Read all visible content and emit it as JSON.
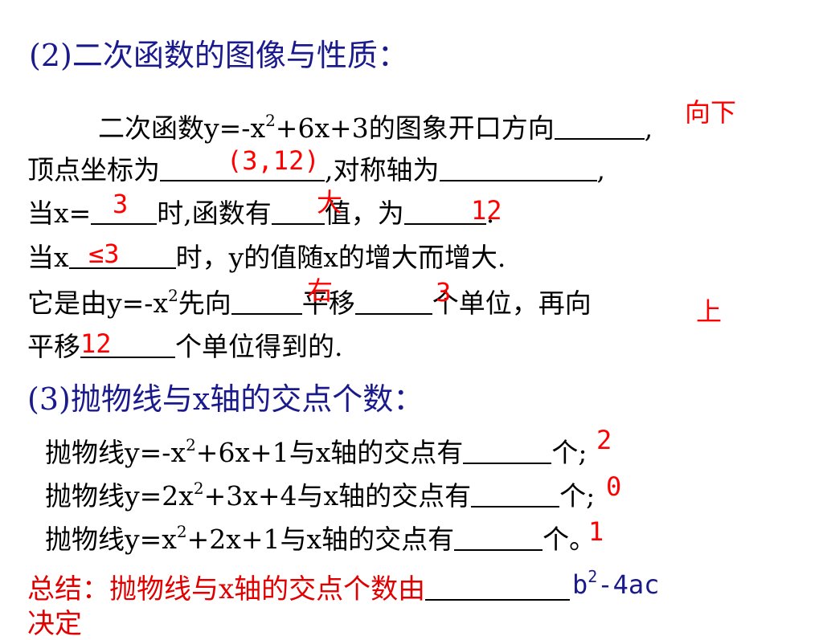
{
  "section2": {
    "heading": "(2)二次函数的图像与性质：",
    "line1_a": "二次函数y=-x",
    "line1_b": "+6x+3的图象开口方向",
    "line1_end": ",",
    "line2_a": "顶点坐标为",
    "line2_b": ",对称轴为",
    "line2_end": ",",
    "line3_a": "当x=",
    "line3_b": "时,函数有",
    "line3_c": "值，为",
    "line3_end": ".",
    "line4_a": "当x",
    "line4_b": "时，y的值随x的增大而增大.",
    "line5_a": "它是由y=-x",
    "line5_b": "先向",
    "line5_c": "平移",
    "line5_d": "个单位，再向",
    "line6_a": "平移",
    "line6_b": "个单位得到的.",
    "sup": "2"
  },
  "answers2": {
    "direction": "向下",
    "vertex": "(3,12)",
    "x_value": "3",
    "max_min": "大",
    "extreme_value": "12",
    "range": "≤3",
    "shift_dir1": "右",
    "shift_amt1": "3",
    "shift_dir2": "上",
    "shift_amt2": "12"
  },
  "section3": {
    "heading": "(3)抛物线与x轴的交点个数：",
    "l1_a": "抛物线y=-x",
    "l1_b": "+6x+1与x轴的交点有",
    "l1_end": "个;",
    "l2_a": "抛物线y=2x",
    "l2_b": "+3x+4与x轴的交点有",
    "l2_end": "个;",
    "l3_a": "抛物线y=x",
    "l3_b": "+2x+1与x轴的交点有",
    "l3_end": "个。",
    "sup": "2"
  },
  "answers3": {
    "a1": "2",
    "a2": "0",
    "a3": "1"
  },
  "summary": {
    "text": "总结：抛物线与x轴的交点个数由",
    "answer_a": "b",
    "answer_sup": "2",
    "answer_b": "-4ac",
    "line2_partial": "决定"
  }
}
